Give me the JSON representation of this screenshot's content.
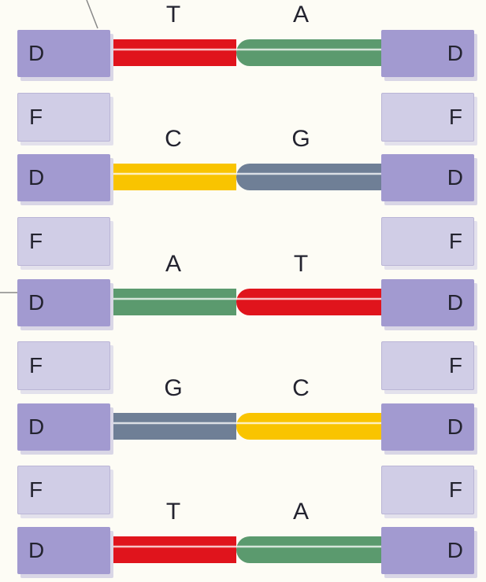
{
  "rungs": [
    {
      "left_side": "D",
      "right_side": "D",
      "left_base": "T",
      "right_base": "A",
      "left_color": "#e0141c",
      "right_color": "#5b9a6e"
    },
    {
      "left_side": "D",
      "right_side": "D",
      "left_base": "C",
      "right_base": "G",
      "left_color": "#f9c400",
      "right_color": "#6f7f96"
    },
    {
      "left_side": "D",
      "right_side": "D",
      "left_base": "A",
      "right_base": "T",
      "left_color": "#5b9a6e",
      "right_color": "#e0141c"
    },
    {
      "left_side": "D",
      "right_side": "D",
      "left_base": "G",
      "right_base": "C",
      "left_color": "#6f7f96",
      "right_color": "#f9c400"
    },
    {
      "left_side": "D",
      "right_side": "D",
      "left_base": "T",
      "right_base": "A",
      "left_color": "#e0141c",
      "right_color": "#5b9a6e"
    }
  ],
  "links": [
    {
      "left": "F",
      "right": "F"
    },
    {
      "left": "F",
      "right": "F"
    },
    {
      "left": "F",
      "right": "F"
    },
    {
      "left": "F",
      "right": "F"
    }
  ]
}
